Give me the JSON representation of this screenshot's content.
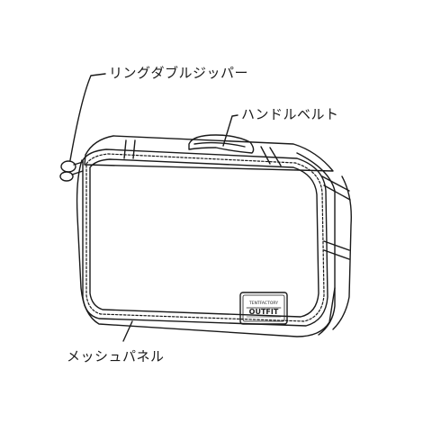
{
  "labels": {
    "ring_zipper": "リングダブルジッパー",
    "handle_belt": "ハンドルベルト",
    "mesh_panel": "メッシュパネル"
  },
  "patch": {
    "top_text": "TENTFACTORY",
    "brand": "OUTFIT"
  },
  "colors": {
    "line": "#1a1a1a",
    "background": "#ffffff"
  }
}
